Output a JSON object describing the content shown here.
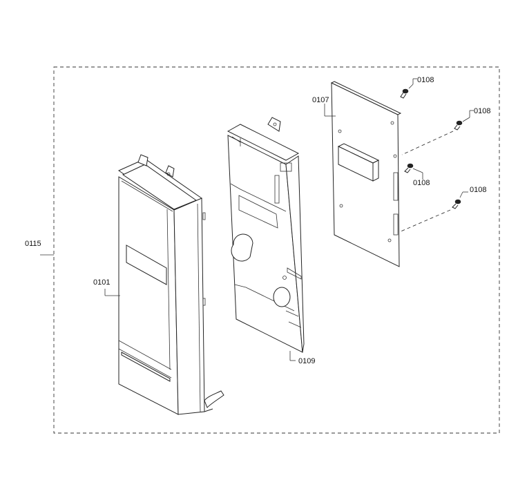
{
  "labels": {
    "assembly": "0115",
    "door_panel": "0101",
    "bracket": "0109",
    "pcb": "0107",
    "screw_a": "0108",
    "screw_b": "0108",
    "screw_c": "0108",
    "screw_d": "0108"
  }
}
